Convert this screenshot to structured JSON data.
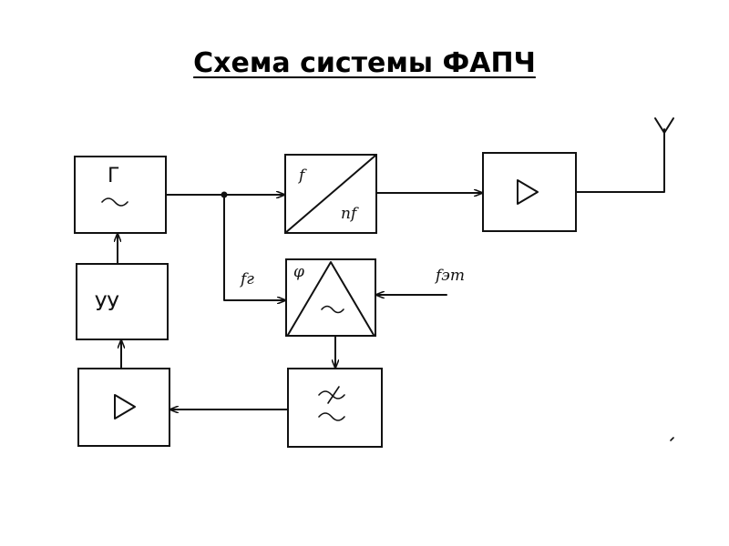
{
  "title": "Схема системы ФАПЧ",
  "blocks": {
    "generator": {
      "label": "Г"
    },
    "multiplier": {
      "input_label": "f",
      "output_label": "nf"
    },
    "control": {
      "label": "УУ"
    },
    "phase_detector": {
      "label": "φ"
    }
  },
  "signals": {
    "generator_freq": "fг",
    "reference_freq": "fэт"
  },
  "colors": {
    "ink": "#111111",
    "background": "#ffffff"
  }
}
